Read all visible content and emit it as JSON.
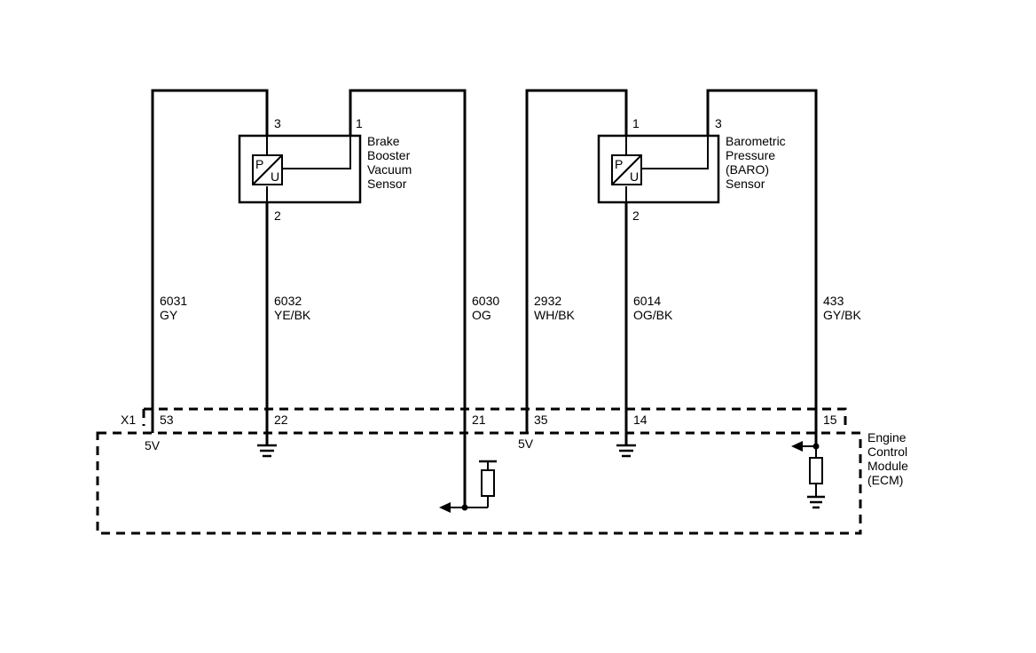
{
  "sensors": {
    "brake_booster": {
      "label": [
        "Brake",
        "Booster",
        "Vacuum",
        "Sensor"
      ],
      "pin_top_left": "3",
      "pin_top_right": "1",
      "pin_bottom": "2",
      "symbol_p": "P",
      "symbol_u": "U"
    },
    "baro": {
      "label": [
        "Barometric",
        "Pressure",
        "(BARO)",
        "Sensor"
      ],
      "pin_top_left": "1",
      "pin_top_right": "3",
      "pin_bottom": "2",
      "symbol_p": "P",
      "symbol_u": "U"
    }
  },
  "wires": [
    {
      "circuit": "6031",
      "color": "GY"
    },
    {
      "circuit": "6032",
      "color": "YE/BK"
    },
    {
      "circuit": "6030",
      "color": "OG"
    },
    {
      "circuit": "2932",
      "color": "WH/BK"
    },
    {
      "circuit": "6014",
      "color": "OG/BK"
    },
    {
      "circuit": "433",
      "color": "GY/BK"
    }
  ],
  "connector": {
    "name": "X1",
    "pins": [
      "53",
      "22",
      "21",
      "35",
      "14",
      "15"
    ]
  },
  "ecm": {
    "label": [
      "Engine",
      "Control",
      "Module",
      "(ECM)"
    ],
    "ref_voltage_1": "5V",
    "ref_voltage_2": "5V"
  }
}
